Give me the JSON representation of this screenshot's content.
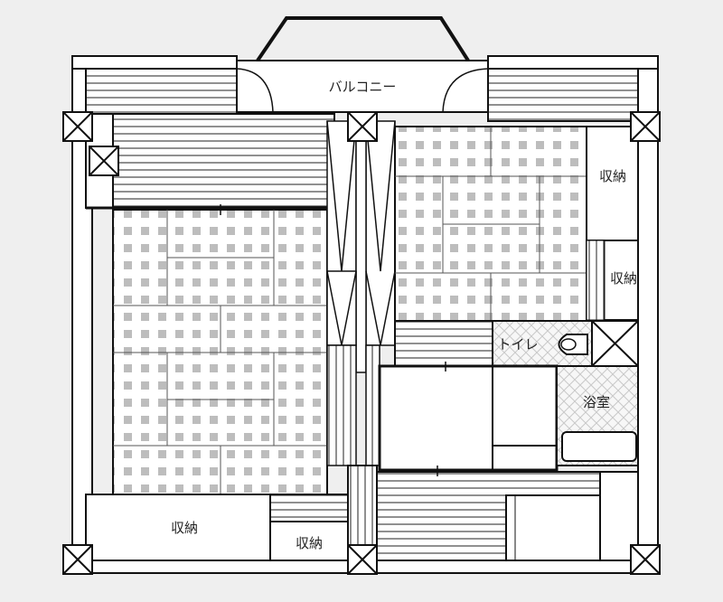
{
  "labels": {
    "balcony": "バルコニー",
    "storage_right_upper": "収納",
    "storage_right_lower": "収納",
    "toilet": "トイレ",
    "bath": "浴室",
    "storage_bottom_left": "収納",
    "storage_bottom_mid": "収納"
  },
  "colors": {
    "background": "#efefef",
    "wall": "#111111",
    "tatami_dot": "#bdbdbd",
    "floor": "#ffffff"
  },
  "icons": [
    "pillar-x-icon",
    "toilet-icon",
    "bathtub-icon",
    "door-swing-icon"
  ]
}
